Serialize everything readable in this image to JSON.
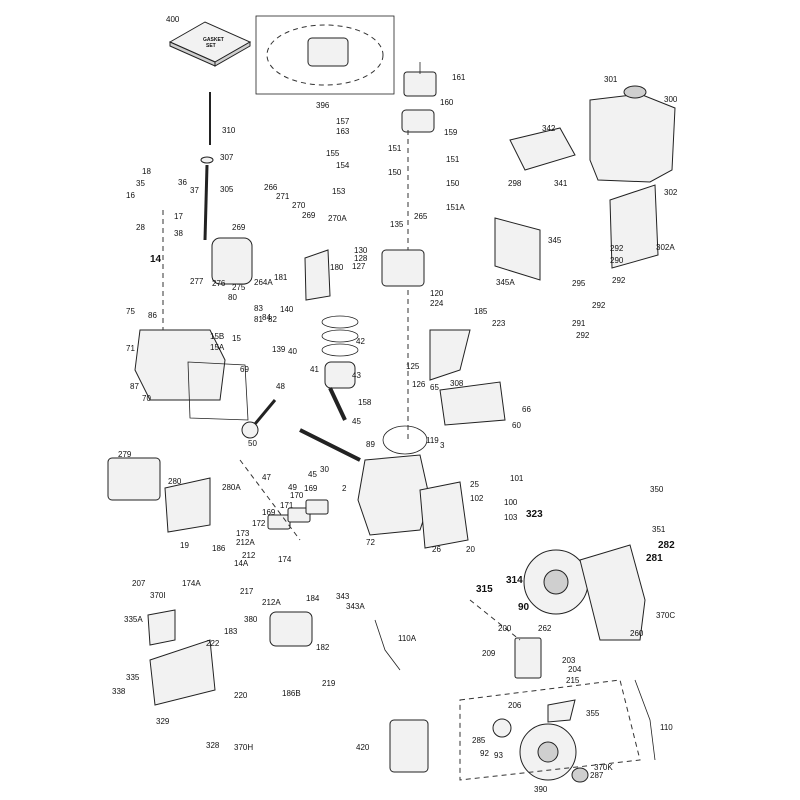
{
  "diagram": {
    "gasket_set_text_1": "GASKET",
    "gasket_set_text_2": "SET",
    "parts": [
      {
        "id": "p400",
        "label": "400"
      },
      {
        "id": "p396",
        "label": "396"
      },
      {
        "id": "p161",
        "label": "161"
      },
      {
        "id": "p160",
        "label": "160"
      },
      {
        "id": "p301",
        "label": "301"
      },
      {
        "id": "p300",
        "label": "300"
      },
      {
        "id": "p310",
        "label": "310"
      },
      {
        "id": "p157",
        "label": "157"
      },
      {
        "id": "p163",
        "label": "163"
      },
      {
        "id": "p159",
        "label": "159"
      },
      {
        "id": "p342",
        "label": "342"
      },
      {
        "id": "p307",
        "label": "307"
      },
      {
        "id": "p155",
        "label": "155"
      },
      {
        "id": "p151a",
        "label": "151"
      },
      {
        "id": "p151b",
        "label": "151"
      },
      {
        "id": "p154",
        "label": "154"
      },
      {
        "id": "p150a",
        "label": "150"
      },
      {
        "id": "p150b",
        "label": "150"
      },
      {
        "id": "p298",
        "label": "298"
      },
      {
        "id": "p341",
        "label": "341"
      },
      {
        "id": "p18",
        "label": "18"
      },
      {
        "id": "p35",
        "label": "35"
      },
      {
        "id": "p36",
        "label": "36"
      },
      {
        "id": "p37",
        "label": "37"
      },
      {
        "id": "p305",
        "label": "305"
      },
      {
        "id": "p266",
        "label": "266"
      },
      {
        "id": "p153",
        "label": "153"
      },
      {
        "id": "p151A",
        "label": "151A"
      },
      {
        "id": "p302",
        "label": "302"
      },
      {
        "id": "p16",
        "label": "16"
      },
      {
        "id": "p17",
        "label": "17"
      },
      {
        "id": "p271",
        "label": "271"
      },
      {
        "id": "p270",
        "label": "270"
      },
      {
        "id": "p269a",
        "label": "269"
      },
      {
        "id": "p269b",
        "label": "269"
      },
      {
        "id": "p270A",
        "label": "270A"
      },
      {
        "id": "p135",
        "label": "135"
      },
      {
        "id": "p265",
        "label": "265"
      },
      {
        "id": "p28",
        "label": "28"
      },
      {
        "id": "p38",
        "label": "38"
      },
      {
        "id": "p345",
        "label": "345"
      },
      {
        "id": "p292a",
        "label": "292"
      },
      {
        "id": "p302A",
        "label": "302A"
      },
      {
        "id": "p130",
        "label": "130"
      },
      {
        "id": "p128",
        "label": "128"
      },
      {
        "id": "p127",
        "label": "127"
      },
      {
        "id": "p290",
        "label": "290"
      },
      {
        "id": "p14",
        "label": "14"
      },
      {
        "id": "p180",
        "label": "180"
      },
      {
        "id": "p277",
        "label": "277"
      },
      {
        "id": "p276",
        "label": "276"
      },
      {
        "id": "p275",
        "label": "275"
      },
      {
        "id": "p264A",
        "label": "264A"
      },
      {
        "id": "p181",
        "label": "181"
      },
      {
        "id": "p345A",
        "label": "345A"
      },
      {
        "id": "p292b",
        "label": "292"
      },
      {
        "id": "p295",
        "label": "295"
      },
      {
        "id": "p80",
        "label": "80"
      },
      {
        "id": "p83",
        "label": "83"
      },
      {
        "id": "p120",
        "label": "120"
      },
      {
        "id": "p224",
        "label": "224"
      },
      {
        "id": "p292c",
        "label": "292"
      },
      {
        "id": "p75",
        "label": "75"
      },
      {
        "id": "p86",
        "label": "86"
      },
      {
        "id": "p81",
        "label": "81"
      },
      {
        "id": "p84",
        "label": "84"
      },
      {
        "id": "p82",
        "label": "82"
      },
      {
        "id": "p140",
        "label": "140"
      },
      {
        "id": "p185",
        "label": "185"
      },
      {
        "id": "p223",
        "label": "223"
      },
      {
        "id": "p291",
        "label": "291"
      },
      {
        "id": "p15B",
        "label": "15B"
      },
      {
        "id": "p15",
        "label": "15"
      },
      {
        "id": "p42",
        "label": "42"
      },
      {
        "id": "p292d",
        "label": "292"
      },
      {
        "id": "p71",
        "label": "71"
      },
      {
        "id": "p15A",
        "label": "15A"
      },
      {
        "id": "p139",
        "label": "139"
      },
      {
        "id": "p40",
        "label": "40"
      },
      {
        "id": "p125",
        "label": "125"
      },
      {
        "id": "p69",
        "label": "69"
      },
      {
        "id": "p41",
        "label": "41"
      },
      {
        "id": "p43",
        "label": "43"
      },
      {
        "id": "p87",
        "label": "87"
      },
      {
        "id": "p126",
        "label": "126"
      },
      {
        "id": "p308",
        "label": "308"
      },
      {
        "id": "p65",
        "label": "65"
      },
      {
        "id": "p70",
        "label": "70"
      },
      {
        "id": "p48",
        "label": "48"
      },
      {
        "id": "p158",
        "label": "158"
      },
      {
        "id": "p66",
        "label": "66"
      },
      {
        "id": "p45a",
        "label": "45"
      },
      {
        "id": "p60",
        "label": "60"
      },
      {
        "id": "p50",
        "label": "50"
      },
      {
        "id": "p279",
        "label": "279"
      },
      {
        "id": "p89",
        "label": "89"
      },
      {
        "id": "p119",
        "label": "119"
      },
      {
        "id": "p3",
        "label": "3"
      },
      {
        "id": "p30",
        "label": "30"
      },
      {
        "id": "p280",
        "label": "280"
      },
      {
        "id": "p47",
        "label": "47"
      },
      {
        "id": "p49",
        "label": "49"
      },
      {
        "id": "p45b",
        "label": "45"
      },
      {
        "id": "p101",
        "label": "101"
      },
      {
        "id": "p280A",
        "label": "280A"
      },
      {
        "id": "p169a",
        "label": "169"
      },
      {
        "id": "p25",
        "label": "25"
      },
      {
        "id": "p350",
        "label": "350"
      },
      {
        "id": "p2",
        "label": "2"
      },
      {
        "id": "p170",
        "label": "170"
      },
      {
        "id": "p102",
        "label": "102"
      },
      {
        "id": "p100",
        "label": "100"
      },
      {
        "id": "p171",
        "label": "171"
      },
      {
        "id": "p169b",
        "label": "169"
      },
      {
        "id": "p323",
        "label": "323"
      },
      {
        "id": "p103",
        "label": "103"
      },
      {
        "id": "p172",
        "label": "172"
      },
      {
        "id": "p351",
        "label": "351"
      },
      {
        "id": "p173",
        "label": "173"
      },
      {
        "id": "p212Aa",
        "label": "212A"
      },
      {
        "id": "p72",
        "label": "72"
      },
      {
        "id": "p19",
        "label": "19"
      },
      {
        "id": "p186",
        "label": "186"
      },
      {
        "id": "p26",
        "label": "26"
      },
      {
        "id": "p20",
        "label": "20"
      },
      {
        "id": "p282",
        "label": "282"
      },
      {
        "id": "p212",
        "label": "212"
      },
      {
        "id": "p174",
        "label": "174"
      },
      {
        "id": "p281",
        "label": "281"
      },
      {
        "id": "p14A",
        "label": "14A"
      },
      {
        "id": "p207",
        "label": "207"
      },
      {
        "id": "p174A",
        "label": "174A"
      },
      {
        "id": "p217",
        "label": "217"
      },
      {
        "id": "p315",
        "label": "315"
      },
      {
        "id": "p314",
        "label": "314"
      },
      {
        "id": "p370I",
        "label": "370I"
      },
      {
        "id": "p343",
        "label": "343"
      },
      {
        "id": "p184",
        "label": "184"
      },
      {
        "id": "p343A",
        "label": "343A"
      },
      {
        "id": "p90",
        "label": "90"
      },
      {
        "id": "p370C",
        "label": "370C"
      },
      {
        "id": "p212Ab",
        "label": "212A"
      },
      {
        "id": "p335A",
        "label": "335A"
      },
      {
        "id": "p380",
        "label": "380"
      },
      {
        "id": "p110A",
        "label": "110A"
      },
      {
        "id": "p200",
        "label": "200"
      },
      {
        "id": "p262",
        "label": "262"
      },
      {
        "id": "p260",
        "label": "260"
      },
      {
        "id": "p183",
        "label": "183"
      },
      {
        "id": "p222",
        "label": "222"
      },
      {
        "id": "p182",
        "label": "182"
      },
      {
        "id": "p209",
        "label": "209"
      },
      {
        "id": "p203",
        "label": "203"
      },
      {
        "id": "p204",
        "label": "204"
      },
      {
        "id": "p335",
        "label": "335"
      },
      {
        "id": "p219",
        "label": "219"
      },
      {
        "id": "p215",
        "label": "215"
      },
      {
        "id": "p338",
        "label": "338"
      },
      {
        "id": "p220",
        "label": "220"
      },
      {
        "id": "p186B",
        "label": "186B"
      },
      {
        "id": "p206",
        "label": "206"
      },
      {
        "id": "p355",
        "label": "355"
      },
      {
        "id": "p329",
        "label": "329"
      },
      {
        "id": "p110",
        "label": "110"
      },
      {
        "id": "p328",
        "label": "328"
      },
      {
        "id": "p370H",
        "label": "370H"
      },
      {
        "id": "p420",
        "label": "420"
      },
      {
        "id": "p285",
        "label": "285"
      },
      {
        "id": "p92",
        "label": "92"
      },
      {
        "id": "p93",
        "label": "93"
      },
      {
        "id": "p287",
        "label": "287"
      },
      {
        "id": "p370K",
        "label": "370K"
      },
      {
        "id": "p390",
        "label": "390"
      }
    ]
  }
}
